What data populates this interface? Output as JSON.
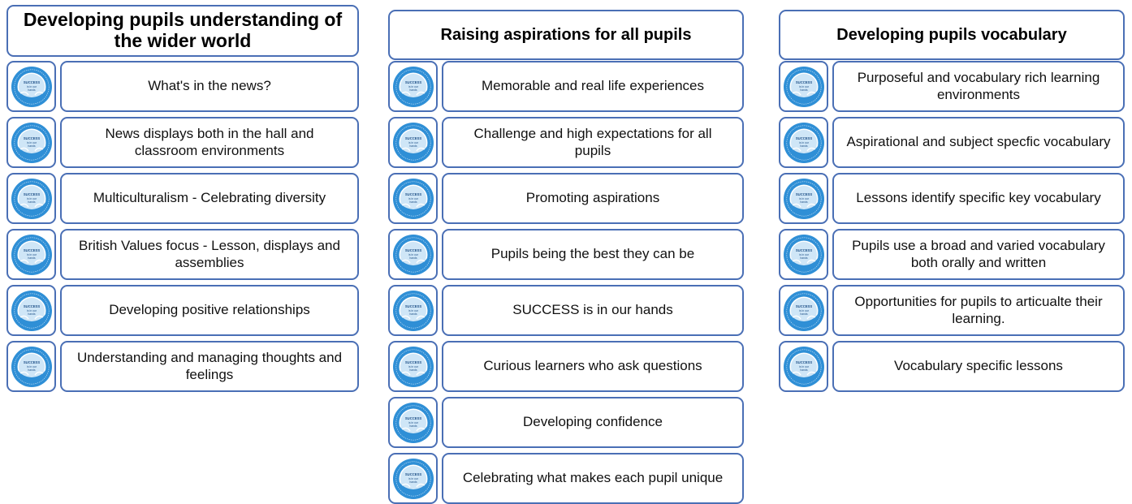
{
  "colors": {
    "border": "#4a6fb5",
    "badge_blue": "#2f8fd6",
    "badge_light": "#cfe6f7"
  },
  "columns": [
    {
      "title": "Developing pupils understanding of the wider world",
      "items": [
        "What's in the news?",
        "News displays both in the hall and classroom environments",
        "Multiculturalism - Celebrating diversity",
        "British Values focus - Lesson, displays and assemblies",
        "Developing positive relationships",
        "Understanding and managing thoughts and feelings"
      ]
    },
    {
      "title": "Raising aspirations for all pupils",
      "items": [
        "Memorable and real life experiences",
        "Challenge and high expectations for all pupils",
        "Promoting aspirations",
        "Pupils being the best they can be",
        "SUCCESS is in our hands",
        "Curious learners who ask questions",
        "Developing confidence",
        "Celebrating what makes each pupil unique"
      ]
    },
    {
      "title": "Developing pupils vocabulary",
      "items": [
        "Purposeful and vocabulary rich learning environments",
        "Aspirational and subject specfic vocabulary",
        "Lessons identify specific key vocabulary",
        "Pupils use a broad and varied vocabulary both orally and written",
        "Opportunities for pupils to articualte their learning.",
        "Vocabulary specific lessons"
      ]
    }
  ],
  "badge": {
    "icon": "school-badge-icon",
    "text_line1": "SUCCESS",
    "text_line2": "is in our",
    "text_line3": "hands"
  }
}
